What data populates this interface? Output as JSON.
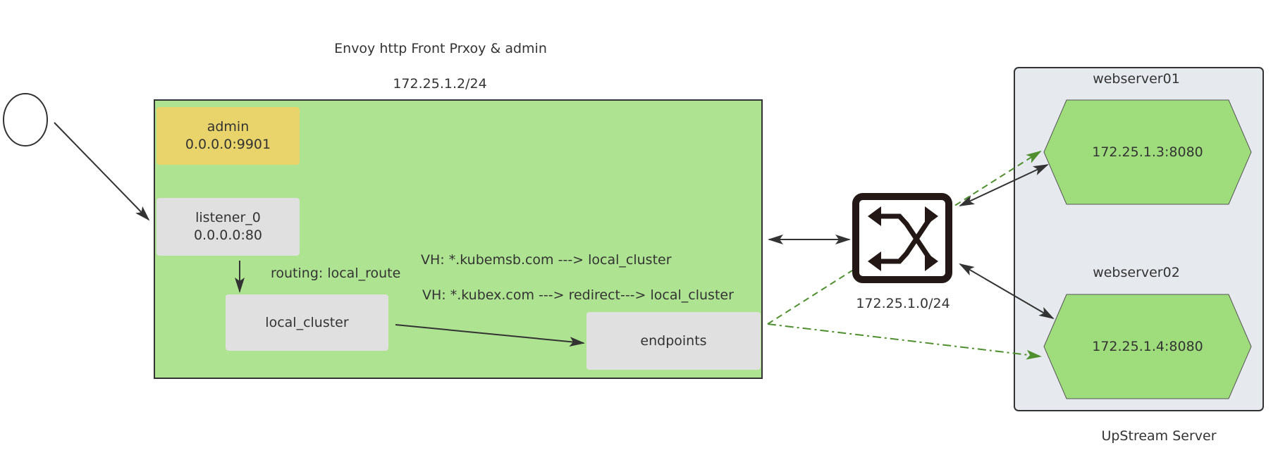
{
  "title": "Envoy http Front Prxoy & admin",
  "subnet_envoy": "172.25.1.2/24",
  "boxes": {
    "admin": {
      "name": "admin",
      "addr": "0.0.0.0:9901"
    },
    "listener": {
      "name": "listener_0",
      "addr": "0.0.0.0:80"
    },
    "local_cluster": "local_cluster",
    "endpoints": "endpoints"
  },
  "routing_label": "routing: local_route",
  "vhosts": [
    "VH: *.kubemsb.com ---> local_cluster",
    "VH: *.kubex.com ---> redirect---> local_cluster"
  ],
  "switch": {
    "icon": "network-switch-icon",
    "subnet": "172.25.1.0/24"
  },
  "upstream": {
    "label": "UpStream Server",
    "servers": [
      {
        "name": "webserver01",
        "addr": "172.25.1.3:8080"
      },
      {
        "name": "webserver02",
        "addr": "172.25.1.4:8080"
      }
    ]
  },
  "colors": {
    "envoy_fill": "#aee391",
    "admin_fill": "#e8d46a",
    "node_fill": "#e0e0e0",
    "upstream_fill": "#e6e9ee",
    "hex_fill": "#9fdd7c",
    "dashed_green": "#4f8f2f"
  }
}
